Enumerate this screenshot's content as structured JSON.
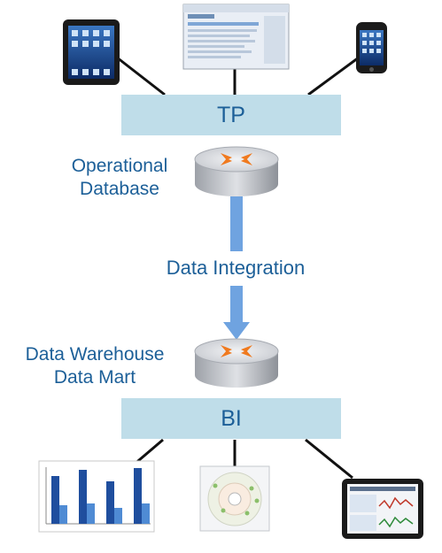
{
  "diagram": {
    "top_bar": {
      "label": "TP"
    },
    "operational_database": {
      "line1": "Operational",
      "line2": "Database"
    },
    "integration": {
      "label": "Data Integration"
    },
    "warehouse": {
      "line1": "Data Warehouse",
      "line2": "Data Mart"
    },
    "bottom_bar": {
      "label": "BI"
    },
    "top_devices": [
      "tablet-icon",
      "web-browser-screenshot-icon",
      "smartphone-icon"
    ],
    "bottom_devices": [
      "bar-chart-icon",
      "radar-chart-icon",
      "tablet-dashboard-icon"
    ],
    "colors": {
      "bar_fill": "#bfdde9",
      "text": "#1c5f98",
      "arrow": "#6fa3e0",
      "router_body": "#c9ccd2",
      "router_arrows": "#f07a1f"
    }
  }
}
